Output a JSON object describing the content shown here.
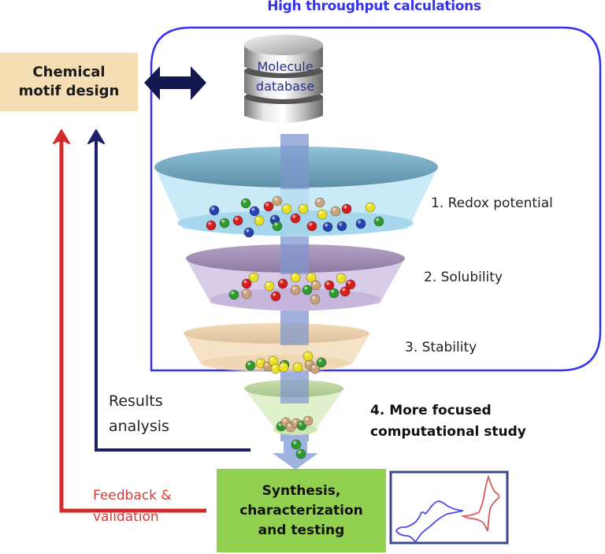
{
  "title": "High throughput calculations",
  "motif_box": {
    "line1": "Chemical",
    "line2": "motif design"
  },
  "database": {
    "line1": "Molecule",
    "line2": "database"
  },
  "stages": [
    {
      "label": "1. Redox potential",
      "color": "#bfe6f5"
    },
    {
      "label": "2. Solubility",
      "color": "#d9cbe8"
    },
    {
      "label": "3. Stability",
      "color": "#f5dfbd"
    },
    {
      "label_line1": "4. More focused",
      "label_line2": "computational study",
      "color": "#dcefc4"
    }
  ],
  "synthesis_box": {
    "line1": "Synthesis,",
    "line2": "characterization",
    "line3": "and testing",
    "color": "#92d050"
  },
  "results_analysis": {
    "line1": "Results",
    "line2": "analysis",
    "color": "#1b1f6b"
  },
  "feedback": {
    "line1": "Feedback &",
    "line2": "validation",
    "color": "#d32a2a"
  },
  "colors": {
    "box_border": "#3333ee",
    "double_arrow": "#14174f",
    "molecule_red": "#d41c1c",
    "molecule_green": "#2e9a2e",
    "molecule_blue": "#2540b0",
    "molecule_yellow": "#e8e020",
    "molecule_tan": "#c9a27a"
  }
}
